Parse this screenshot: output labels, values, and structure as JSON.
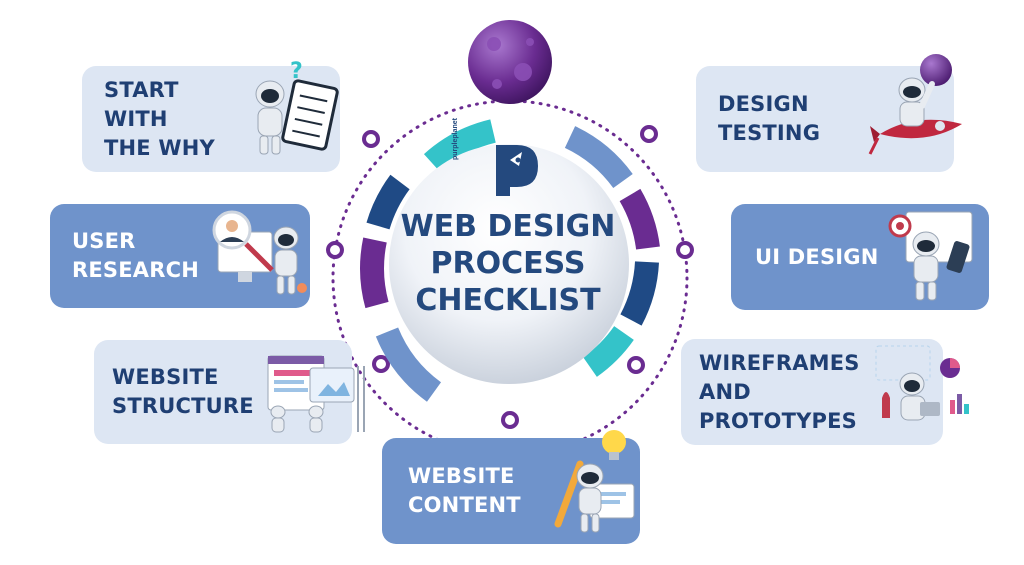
{
  "center": {
    "title": "WEB DESIGN\nPROCESS\nCHECKLIST",
    "brand": "purpleplanet",
    "logo_letter": "P"
  },
  "steps": [
    {
      "label": "START\nWITH\nTHE WHY"
    },
    {
      "label": "USER\nRESEARCH"
    },
    {
      "label": "WEBSITE\nSTRUCTURE"
    },
    {
      "label": "WEBSITE\nCONTENT"
    },
    {
      "label": "WIREFRAMES\nAND\nPROTOTYPES"
    },
    {
      "label": "UI DESIGN"
    },
    {
      "label": "DESIGN\nTESTING"
    }
  ],
  "colors": {
    "navy": "#24497e",
    "light_blue": "#dde6f3",
    "mid_blue": "#6f93cb",
    "purple": "#6a2c91",
    "teal": "#34c3c9",
    "dark_blue": "#1f4a85"
  },
  "icons": [
    "planet-icon",
    "astronaut-icon",
    "checklist-icon",
    "magnifier-icon",
    "rocket-icon",
    "target-icon",
    "lightbulb-icon",
    "pencil-icon",
    "phone-icon"
  ]
}
